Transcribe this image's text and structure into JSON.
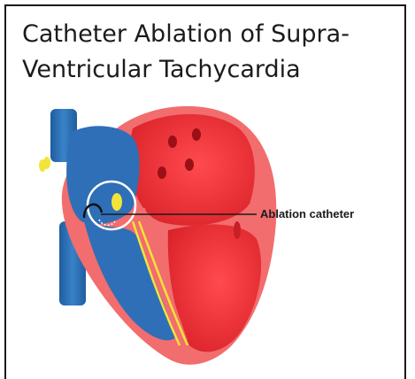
{
  "title": {
    "line1": "Catheter Ablation of Supra-",
    "line2": "Ventricular Tachycardia"
  },
  "diagram": {
    "label": "Ablation catheter"
  },
  "colors": {
    "vessel_blue": "#2b6fb5",
    "chamber_red": "#e8343a",
    "wall_red": "#f26d6d",
    "highlight_yellow": "#f2e43a",
    "text": "#1b1b1b"
  }
}
